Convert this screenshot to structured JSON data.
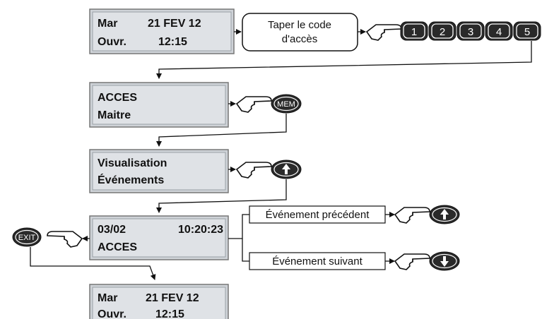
{
  "screens": {
    "idle_top": {
      "line1_left": "Mar",
      "line1_right": "21 FEV 12",
      "line2_left": "Ouvr.",
      "line2_right": "12:15"
    },
    "master": {
      "line1": "ACCES",
      "line2": "Maitre"
    },
    "view_events": {
      "line1": "Visualisation",
      "line2": "Événements"
    },
    "event": {
      "line1_left": "03/02",
      "line1_right": "10:20:23",
      "line2": "ACCES"
    },
    "idle_bottom": {
      "line1_left": "Mar",
      "line1_right": "21 FEV 12",
      "line2_left": "Ouvr.",
      "line2_right": "12:15"
    }
  },
  "instruction": {
    "line1": "Taper le code",
    "line2": "d'accès"
  },
  "code_keys": [
    "1",
    "2",
    "3",
    "4",
    "5"
  ],
  "keys": {
    "mem": "MEM",
    "exit": "EXIT"
  },
  "options": {
    "previous": "Événement précédent",
    "next": "Événement suivant"
  },
  "colors": {
    "lcd_fill": "#cfd3d8",
    "lcd_inner": "#dfe2e6",
    "key_fill": "#2a2a2a"
  }
}
